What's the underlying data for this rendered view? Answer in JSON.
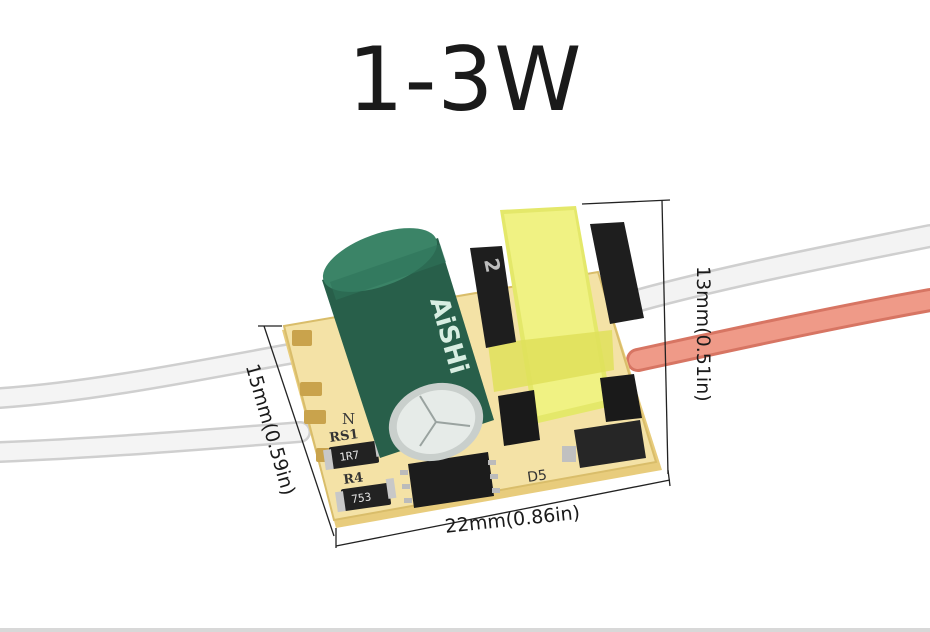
{
  "product": {
    "title": "1-3W"
  },
  "dimensions": {
    "width_label": "22mm(0.86in)",
    "height_label": "13mm(0.51in)",
    "depth_label": "15mm(0.59in)"
  },
  "board_markings": {
    "capacitor_brand": "AiSHi",
    "resistor_rs1": "RS1",
    "resistor_rs1_value": "1R7",
    "resistor_r4": "R4",
    "resistor_r4_value": "753",
    "diode_label": "D5",
    "transformer_pin": "2",
    "net_label": "N"
  },
  "colors": {
    "pcb": "#f1dd9a",
    "capacitor": "#2f6e57",
    "transformer_core": "#eef07a",
    "wire_white": "#efefef",
    "wire_red": "#e88c7a"
  }
}
